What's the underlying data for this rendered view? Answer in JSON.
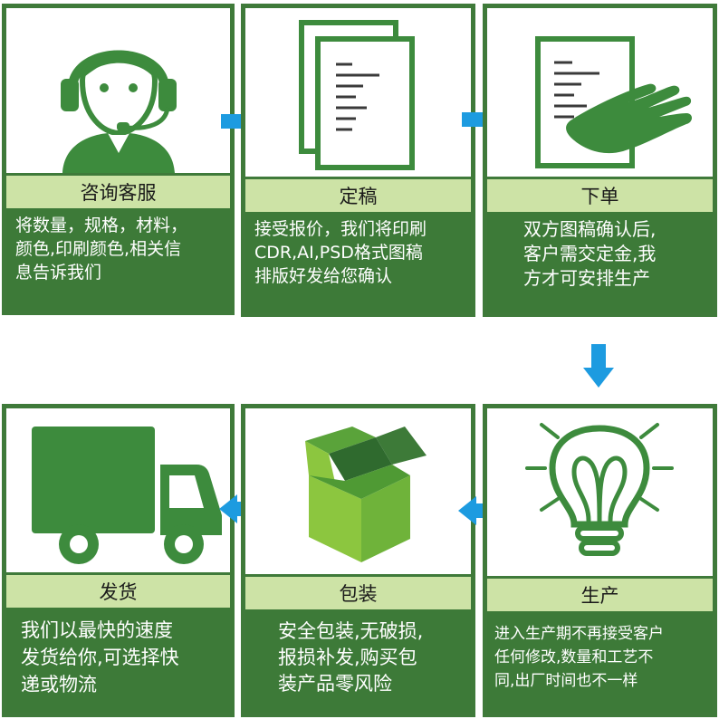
{
  "steps": [
    {
      "title": "咨询客服",
      "lines": [
        "将数量，规格，材料，",
        "颜色,印刷颜色,相关信",
        "息告诉我们"
      ],
      "icon": "customer-service-icon"
    },
    {
      "title": "定稿",
      "lines": [
        "接受报价，我们将印刷",
        "CDR,AI,PSD格式图稿",
        "排版好发给您确认"
      ],
      "icon": "document-icon"
    },
    {
      "title": "下单",
      "lines": [
        "双方图稿确认后,",
        "客户需交定金,我",
        "方才可安排生产"
      ],
      "icon": "document-hand-icon"
    },
    {
      "title": "生产",
      "lines": [
        "进入生产期不再接受客户",
        "任何修改,数量和工艺不",
        "同,出厂时间也不一样"
      ],
      "icon": "lightbulb-icon"
    },
    {
      "title": "包装",
      "lines": [
        "安全包装,无破损,",
        "报损补发,购买包",
        "装产品零风险"
      ],
      "icon": "box-icon"
    },
    {
      "title": "发货",
      "lines": [
        "我们以最快的速度",
        "发货给你,可选择快",
        "递或物流"
      ],
      "icon": "truck-icon"
    }
  ],
  "colors": {
    "border": "#3f7a3a",
    "label_bg": "#cde3a6",
    "desc_bg": "#3d7a38",
    "icon": "#3d8b3d",
    "arrow": "#1d9be0"
  }
}
